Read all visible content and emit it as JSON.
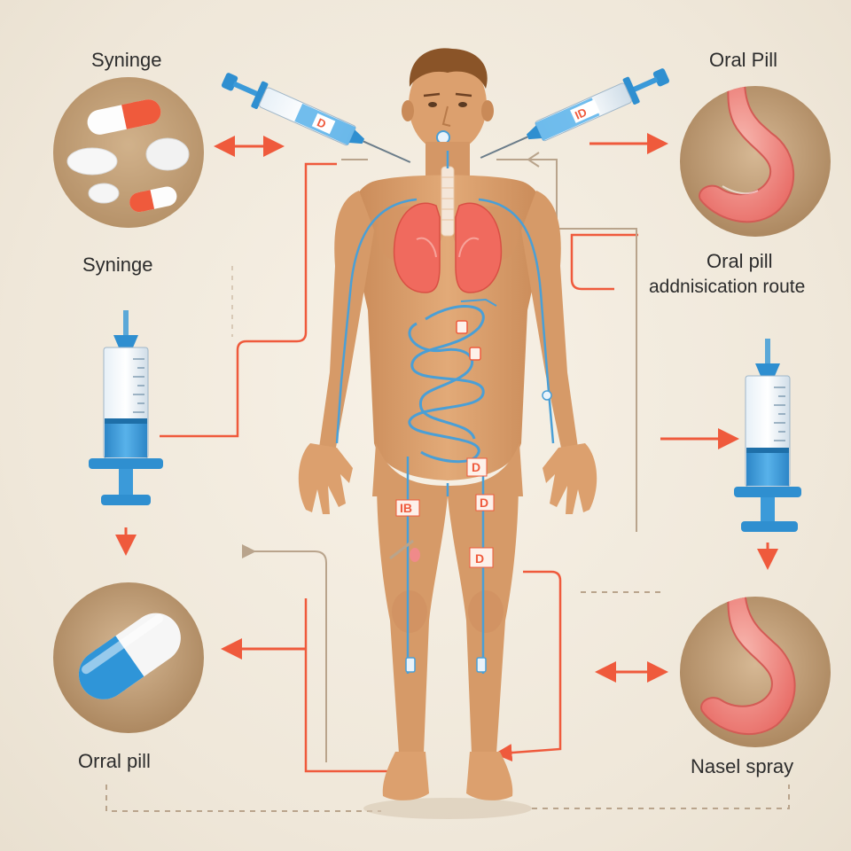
{
  "labels": {
    "top_left": "Syninge",
    "mid_left": "Syninge",
    "bottom_left": "Orral pill",
    "top_right": "Oral Pill",
    "mid_right_line1": "Oral pill",
    "mid_right_line2": "addnisication route",
    "bottom_right": "Nasel spray"
  },
  "tags": {
    "syringe_left": "D",
    "syringe_right": "ID",
    "hip": "D",
    "left_thigh": "IB",
    "right_thigh": "D",
    "right_knee": "D"
  },
  "colors": {
    "background": "#efe7d9",
    "skin": "#dca06e",
    "skin_shade": "#c98a58",
    "circle_bg": "#b8936b",
    "arrow_red": "#ef5a3c",
    "arrow_tan": "#b9a48c",
    "vessel_blue": "#4a9fd6",
    "syringe_blue": "#2f8fd0",
    "lung_red": "#f06a5e",
    "stomach_pink": "#f08a8a",
    "text": "#2c2c2c"
  },
  "icons": [
    "pills-icon",
    "stomach-icon",
    "capsule-icon",
    "syringe-icon",
    "lungs-icon",
    "intestine-coil-icon",
    "human-body-icon",
    "arrow-icon"
  ]
}
